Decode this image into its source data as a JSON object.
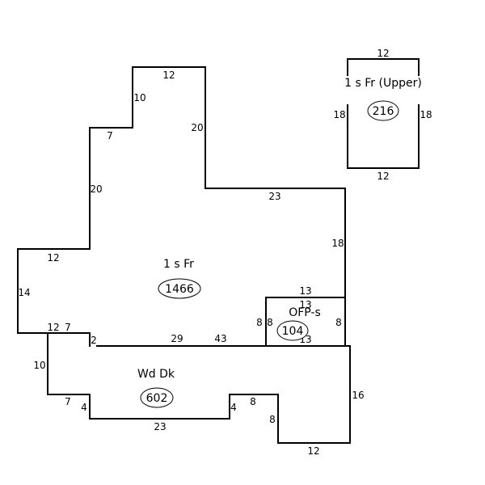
{
  "areas": {
    "upper": {
      "label": "1 s Fr  (Upper)",
      "sqft": "216"
    },
    "main": {
      "label": "1 s Fr",
      "sqft": "1466"
    },
    "porch": {
      "label": "OFP-s",
      "sqft": "104"
    },
    "deck": {
      "label": "Wd Dk",
      "sqft": "602"
    }
  },
  "dimensions": {
    "upper_top": "12",
    "upper_left": "18",
    "upper_right": "18",
    "upper_bottom": "12",
    "main_top_step": "12",
    "main_step_left": "10",
    "main_step_right": "20",
    "main_notch_top": "7",
    "main_upper_left": "20",
    "main_mid_right_top": "23",
    "main_right": "18",
    "main_left_top": "12",
    "main_far_left": "14",
    "main_bottom_left": "12",
    "main_bottom_notch": "7",
    "main_small_jog": "2",
    "main_bottom_mid": "29",
    "main_bottom_right": "43",
    "porch_top": "13",
    "porch_inner_top": "13",
    "porch_bottom": "13",
    "porch_left_a": "8",
    "porch_left_b": "8",
    "porch_right": "8",
    "deck_left": "10",
    "deck_bottom_left": "7",
    "deck_bottom_jog_left": "4",
    "deck_bottom": "23",
    "deck_bottom_jog_right": "4",
    "deck_step_top": "8",
    "deck_step_side": "8",
    "deck_right": "16",
    "deck_bottom_right": "12"
  }
}
